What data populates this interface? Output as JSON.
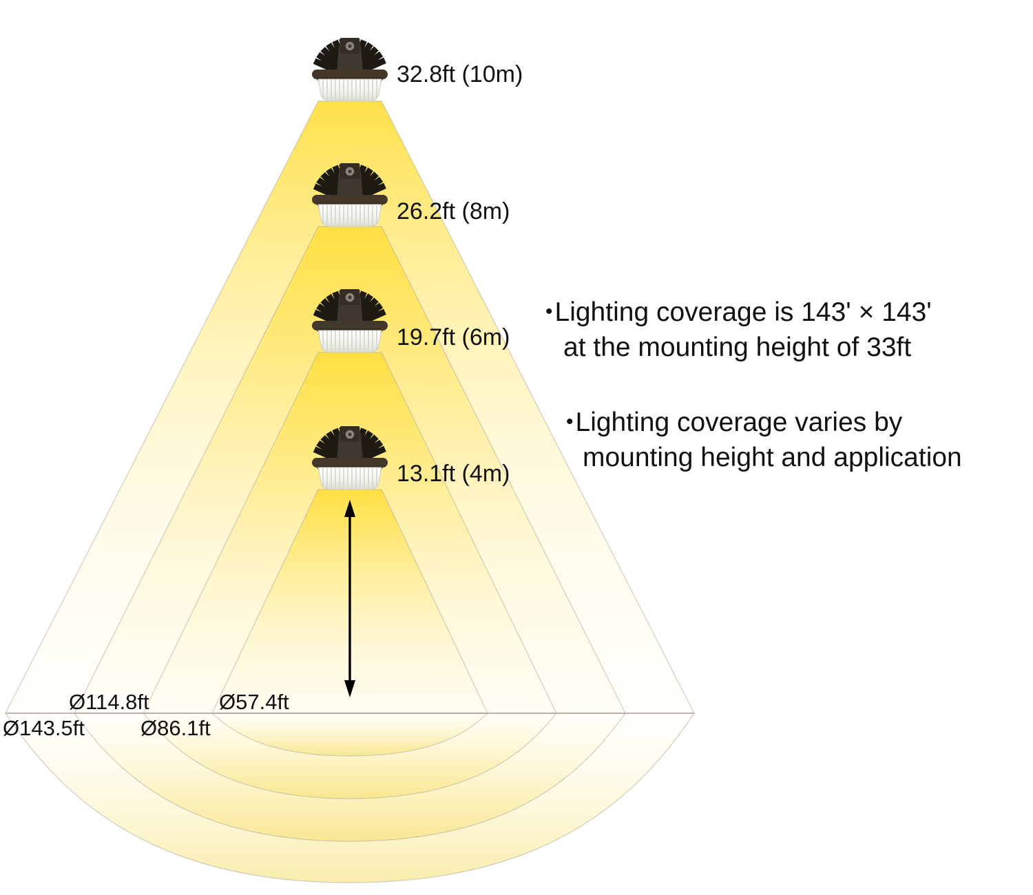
{
  "diagram_labels": {
    "mounting_heights": [
      "32.8ft (10m)",
      "26.2ft (8m)",
      "19.7ft (6m)",
      "13.1ft (4m)"
    ],
    "coverage_diameters": {
      "row_upper": [
        "Ø114.8ft",
        "Ø57.4ft"
      ],
      "row_lower": [
        "Ø143.5ft",
        "Ø86.1ft"
      ]
    }
  },
  "notes": [
    {
      "marker": "•",
      "line1": "Lighting coverage is 143' × 143'",
      "line2": "at the mounting height of 33ft"
    },
    {
      "marker": "•",
      "line1": "Lighting coverage varies by",
      "line2": "mounting height and application"
    }
  ],
  "colors": {
    "beam_yellow": "#ffe14b",
    "beam_pale": "#fdf6d8",
    "pool_yellow": "#f5dd68",
    "edge_line": "#b3afa3",
    "text": "#111111",
    "fixture_dark": "#1d1913",
    "fixture_body": "#3f382e",
    "fixture_rim": "#43382a",
    "diffuser_white": "#f4f4ef"
  }
}
